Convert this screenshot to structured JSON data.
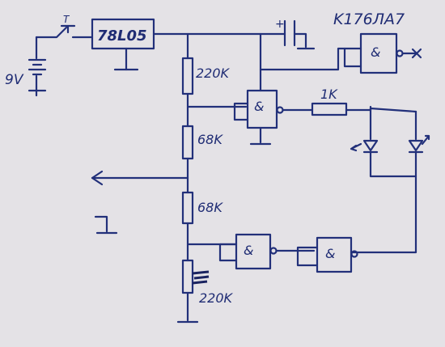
{
  "labels": {
    "battery": "9V",
    "switch": "T",
    "regulator": "78L05",
    "ic": "K176ЛА7",
    "r_top": "220K",
    "r_mid1": "68K",
    "r_mid2": "68K",
    "r_bottom": "220K",
    "r_led": "1K",
    "cap_plus": "+"
  },
  "colors": {
    "paper": "#e4e2e6",
    "ink": "#22307a"
  },
  "icons": [
    "battery-symbol",
    "switch-symbol",
    "regulator-box",
    "capacitor-symbol",
    "resistor-symbol",
    "nand-gate-symbol",
    "led-symbol",
    "photodiode-symbol",
    "ground-symbol",
    "arrow-output-symbol"
  ]
}
